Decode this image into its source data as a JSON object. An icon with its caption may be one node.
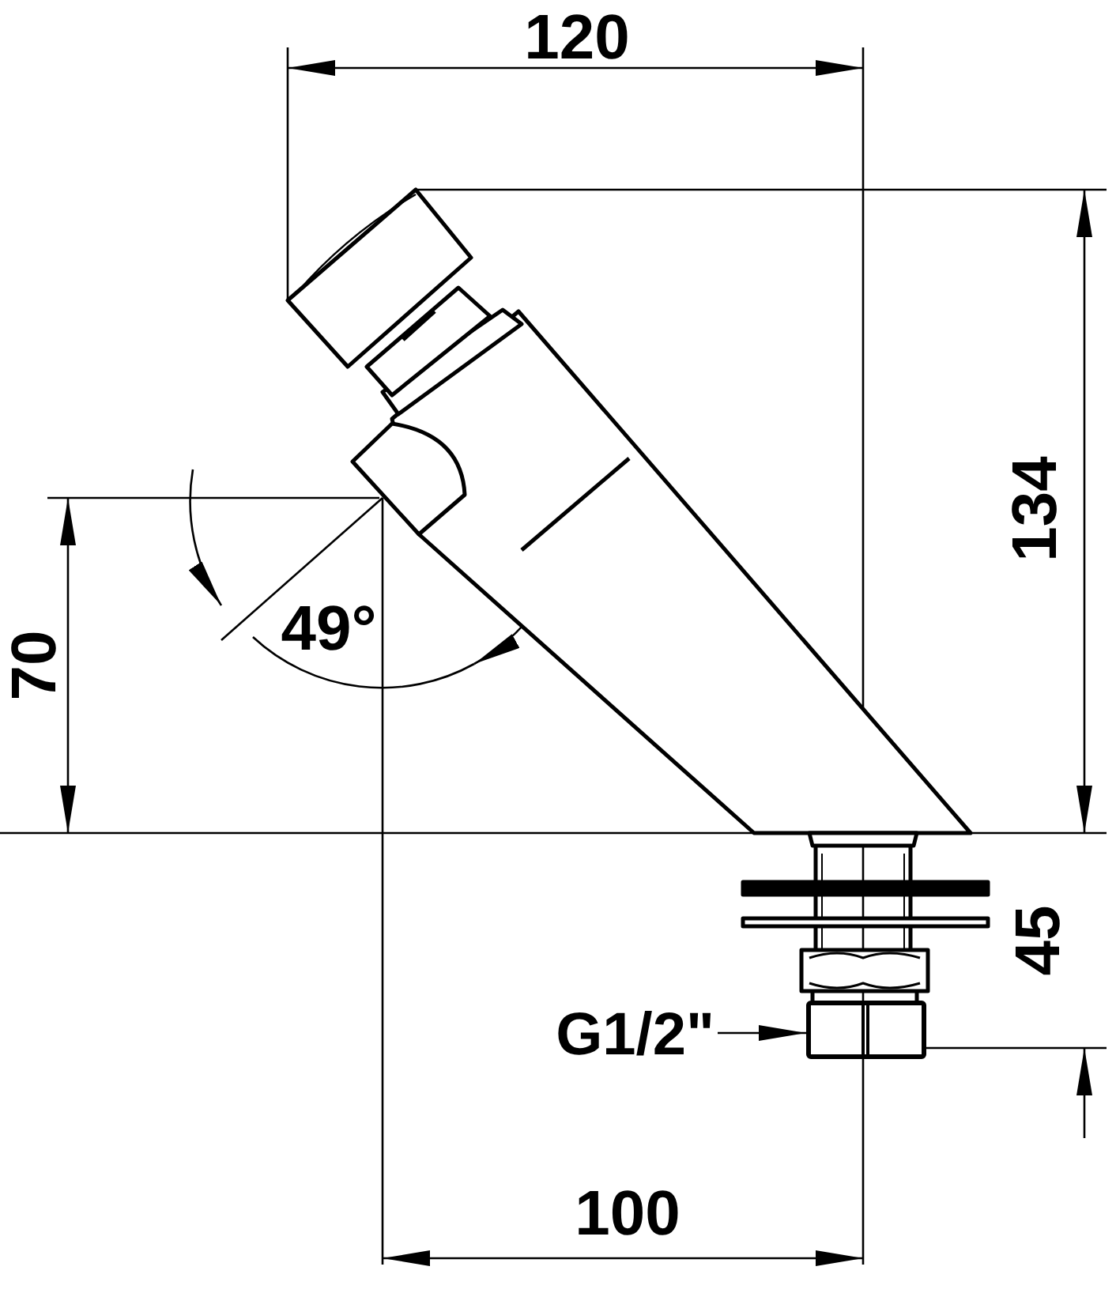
{
  "diagram": {
    "nodes": [
      {
        "text": [
          "G1/2\""
        ]
      },
      {
        "text": [],
        "shape": "box"
      }
    ],
    "edges": [
      {
        "from": 0,
        "to": 1,
        "arrow": "to"
      }
    ],
    "labels": [
      "120",
      "134",
      "70",
      "49°",
      "45",
      "100"
    ]
  }
}
